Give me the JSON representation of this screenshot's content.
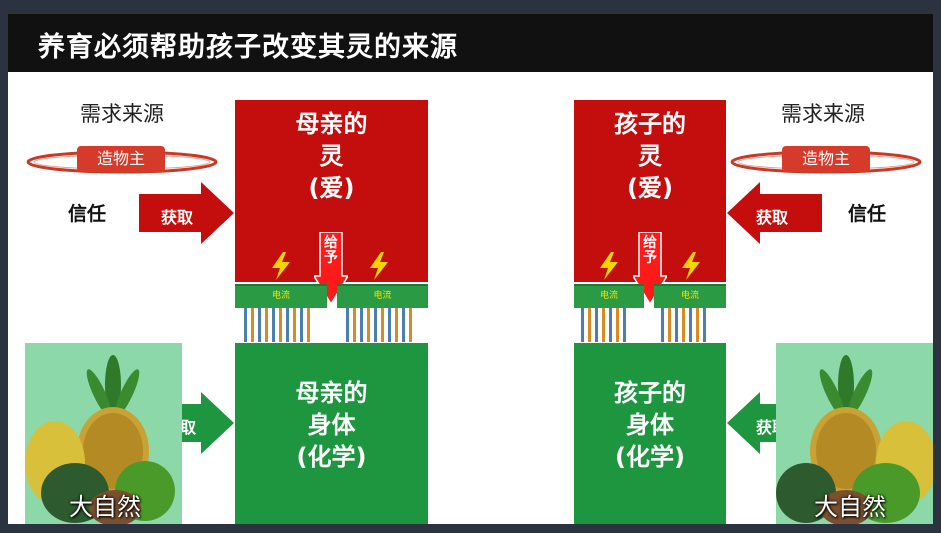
{
  "title": "养育必须帮助孩子改变其灵的来源",
  "left": {
    "source_label": "需求来源",
    "creator": "造物主",
    "trust": "信任",
    "obtain_top": "获取",
    "spirit_line1": "母亲的",
    "spirit_line2": "灵",
    "spirit_line3": "(爱)",
    "give": "给予",
    "current_a": "电流",
    "current_b": "电流",
    "body_line1": "母亲的",
    "body_line2": "身体",
    "body_line3": "(化学)",
    "obtain_bottom": "获取",
    "nature": "大自然"
  },
  "right": {
    "source_label": "需求来源",
    "creator": "造物主",
    "trust": "信任",
    "obtain_top": "获取",
    "spirit_line1": "孩子的",
    "spirit_line2": "灵",
    "spirit_line3": "(爱)",
    "give": "给予",
    "current_a": "电流",
    "current_b": "电流",
    "body_line1": "孩子的",
    "body_line2": "身体",
    "body_line3": "(化学)",
    "obtain_bottom": "获取",
    "nature": "大自然"
  },
  "colors": {
    "spirit_red": "#c40d0d",
    "body_green": "#1e9640",
    "title_bg": "#111111",
    "bolt_yellow": "#f5d400"
  }
}
